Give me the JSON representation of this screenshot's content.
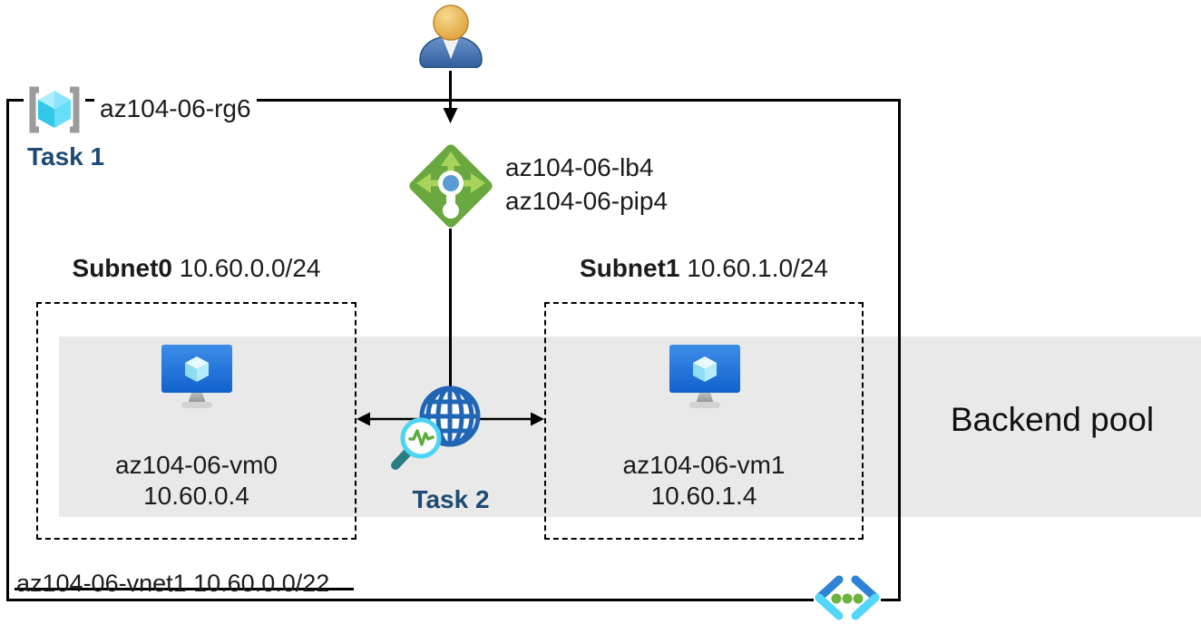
{
  "resource_group": {
    "name": "az104-06-rg6",
    "task_label": "Task 1"
  },
  "load_balancer": {
    "name": "az104-06-lb4",
    "public_ip": "az104-06-pip4"
  },
  "monitor": {
    "task_label": "Task 2"
  },
  "vnet": {
    "label": "az104-06-vnet1 10.60.0.0/22"
  },
  "subnets": [
    {
      "name": "Subnet0",
      "cidr": "10.60.0.0/24",
      "vm": {
        "name": "az104-06-vm0",
        "ip": "10.60.0.4"
      }
    },
    {
      "name": "Subnet1",
      "cidr": "10.60.1.0/24",
      "vm": {
        "name": "az104-06-vm1",
        "ip": "10.60.1.4"
      }
    }
  ],
  "backend_pool": {
    "label": "Backend pool"
  },
  "icons": {
    "user": "user-icon",
    "resource_group": "resource-group-icon",
    "load_balancer": "load-balancer-icon",
    "network_watcher": "network-watcher-globe-icon",
    "virtual_machine": "virtual-machine-icon",
    "virtual_network": "virtual-network-icon"
  },
  "colors": {
    "task_text": "#1d4b73",
    "backend_band": "#e9e9e9",
    "lb_green": "#69a83f",
    "lb_arrow_green": "#a9d45b",
    "vm_blue": "#1e6fd9",
    "cube_cyan": "#50e6ff",
    "globe_blue": "#2166b4",
    "magnifier_cyan": "#4cd5f3",
    "pulse_green": "#5dad3d",
    "handle_teal": "#2a7d85",
    "vnet_dark_blue": "#2e83d6",
    "vnet_light_blue": "#53d7f8",
    "dot_green": "#6cb33f",
    "person_head": "#e2a33d",
    "person_body": "#3a67a5",
    "bracket_gray": "#9b9b9b"
  }
}
